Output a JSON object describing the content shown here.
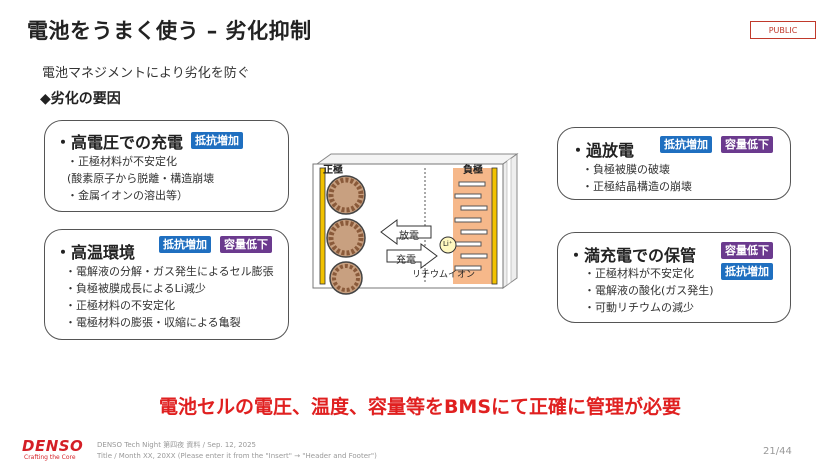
{
  "header": {
    "title": "電池をうまく使う – 劣化抑制",
    "badge": "PUBLIC"
  },
  "subtitle": "電池マネジメントにより劣化を防ぐ",
  "section_heading": "◆劣化の要因",
  "tags": {
    "resist": "抵抗増加",
    "capacity": "容量低下"
  },
  "boxes": {
    "high_voltage": {
      "title": "・高電圧での充電",
      "items": [
        "・正極材料が不安定化",
        "(酸素原子から脱離・構造崩壊",
        "・金属イオンの溶出等）"
      ]
    },
    "high_temp": {
      "title": "・高温環境",
      "items": [
        "・電解液の分解・ガス発生によるセル膨張",
        "・負極被膜成長によるLi減少",
        "・正極材料の不安定化",
        "・電極材料の膨張・収縮による亀裂"
      ]
    },
    "over_discharge": {
      "title": "・過放電",
      "items": [
        "・負極被膜の破壊",
        "・正極結晶構造の崩壊"
      ]
    },
    "full_storage": {
      "title": "・満充電での保管",
      "items": [
        "・正極材料が不安定化",
        "・電解液の酸化(ガス発生)",
        "・可動リチウムの減少"
      ]
    }
  },
  "diagram": {
    "positive": "正極",
    "negative": "負極",
    "discharge": "放電",
    "charge": "充電",
    "li_ion": "Li⁺",
    "lithium_ion": "リチウムイオン"
  },
  "bottom_message": "電池セルの電圧、温度、容量等をBMSにて正確に管理が必要",
  "footer": {
    "event": "DENSO Tech Night 第四夜 資料 / Sep. 12, 2025",
    "placeholder": "Title / Month XX, 20XX (Please enter it from the \"Insert\" → \"Header and Footer\")",
    "logo": "DENSO",
    "tagline": "Crafting the Core",
    "page": "21/44"
  },
  "colors": {
    "accent_red": "#e02020",
    "tag_blue": "#1f6fc0",
    "tag_purple": "#6b3a8e",
    "electrode_yellow": "#f2c200"
  }
}
